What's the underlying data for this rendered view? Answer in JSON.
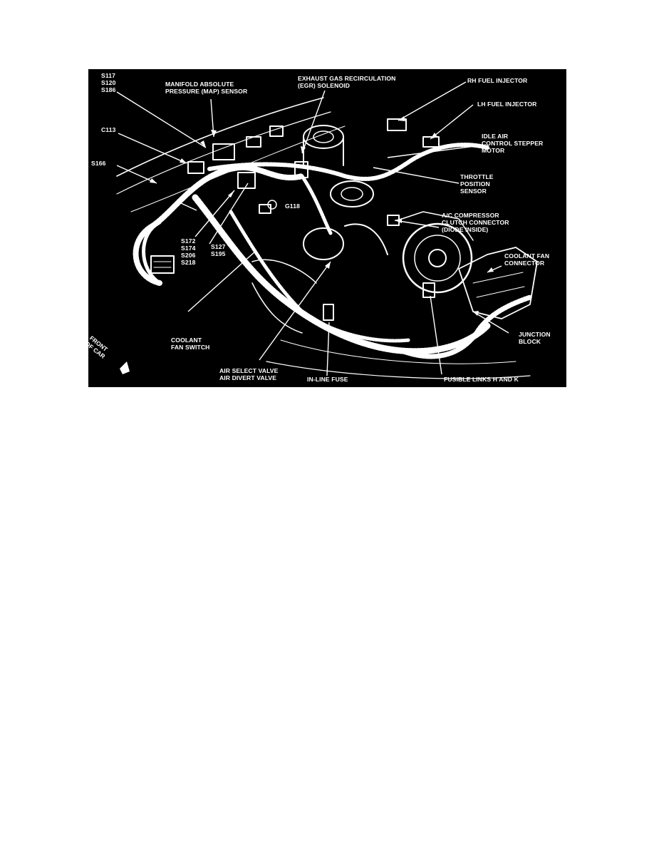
{
  "colors": {
    "page_bg": "#ffffff",
    "figure_bg": "#000000",
    "ink": "#ffffff"
  },
  "labels": {
    "s117": "S117",
    "s120": "S120",
    "s186": "S186",
    "map_1": "MANIFOLD ABSOLUTE",
    "map_2": "PRESSURE (MAP) SENSOR",
    "egr_1": "EXHAUST GAS RECIRCULATION",
    "egr_2": "(EGR) SOLENOID",
    "rh_injector": "RH FUEL INJECTOR",
    "lh_injector": "LH FUEL INJECTOR",
    "idle_1": "IDLE AIR",
    "idle_2": "CONTROL STEPPER",
    "idle_3": "MOTOR",
    "c113": "C113",
    "s166": "S166",
    "tps_1": "THROTTLE",
    "tps_2": "POSITION",
    "tps_3": "SENSOR",
    "g118": "G118",
    "ac_1": "A/C COMPRESSOR",
    "ac_2": "CLUTCH CONNECTOR",
    "ac_3": "(DIODE INSIDE)",
    "s172": "S172",
    "s174": "S174",
    "s206": "S206",
    "s218": "S218",
    "s127": "S127",
    "s195": "S195",
    "coolant_fan_conn_1": "COOLANT FAN",
    "coolant_fan_conn_2": "CONNECTOR",
    "coolant_switch_1": "COOLANT",
    "coolant_switch_2": "FAN SWITCH",
    "junction_1": "JUNCTION",
    "junction_2": "BLOCK",
    "air_1": "AIR SELECT VALVE",
    "air_2": "AIR DIVERT VALVE",
    "inline_fuse": "IN-LINE FUSE",
    "fusible": "FUSIBLE LINKS H AND K",
    "front_1": "FRONT",
    "front_2": "OF CAR"
  }
}
